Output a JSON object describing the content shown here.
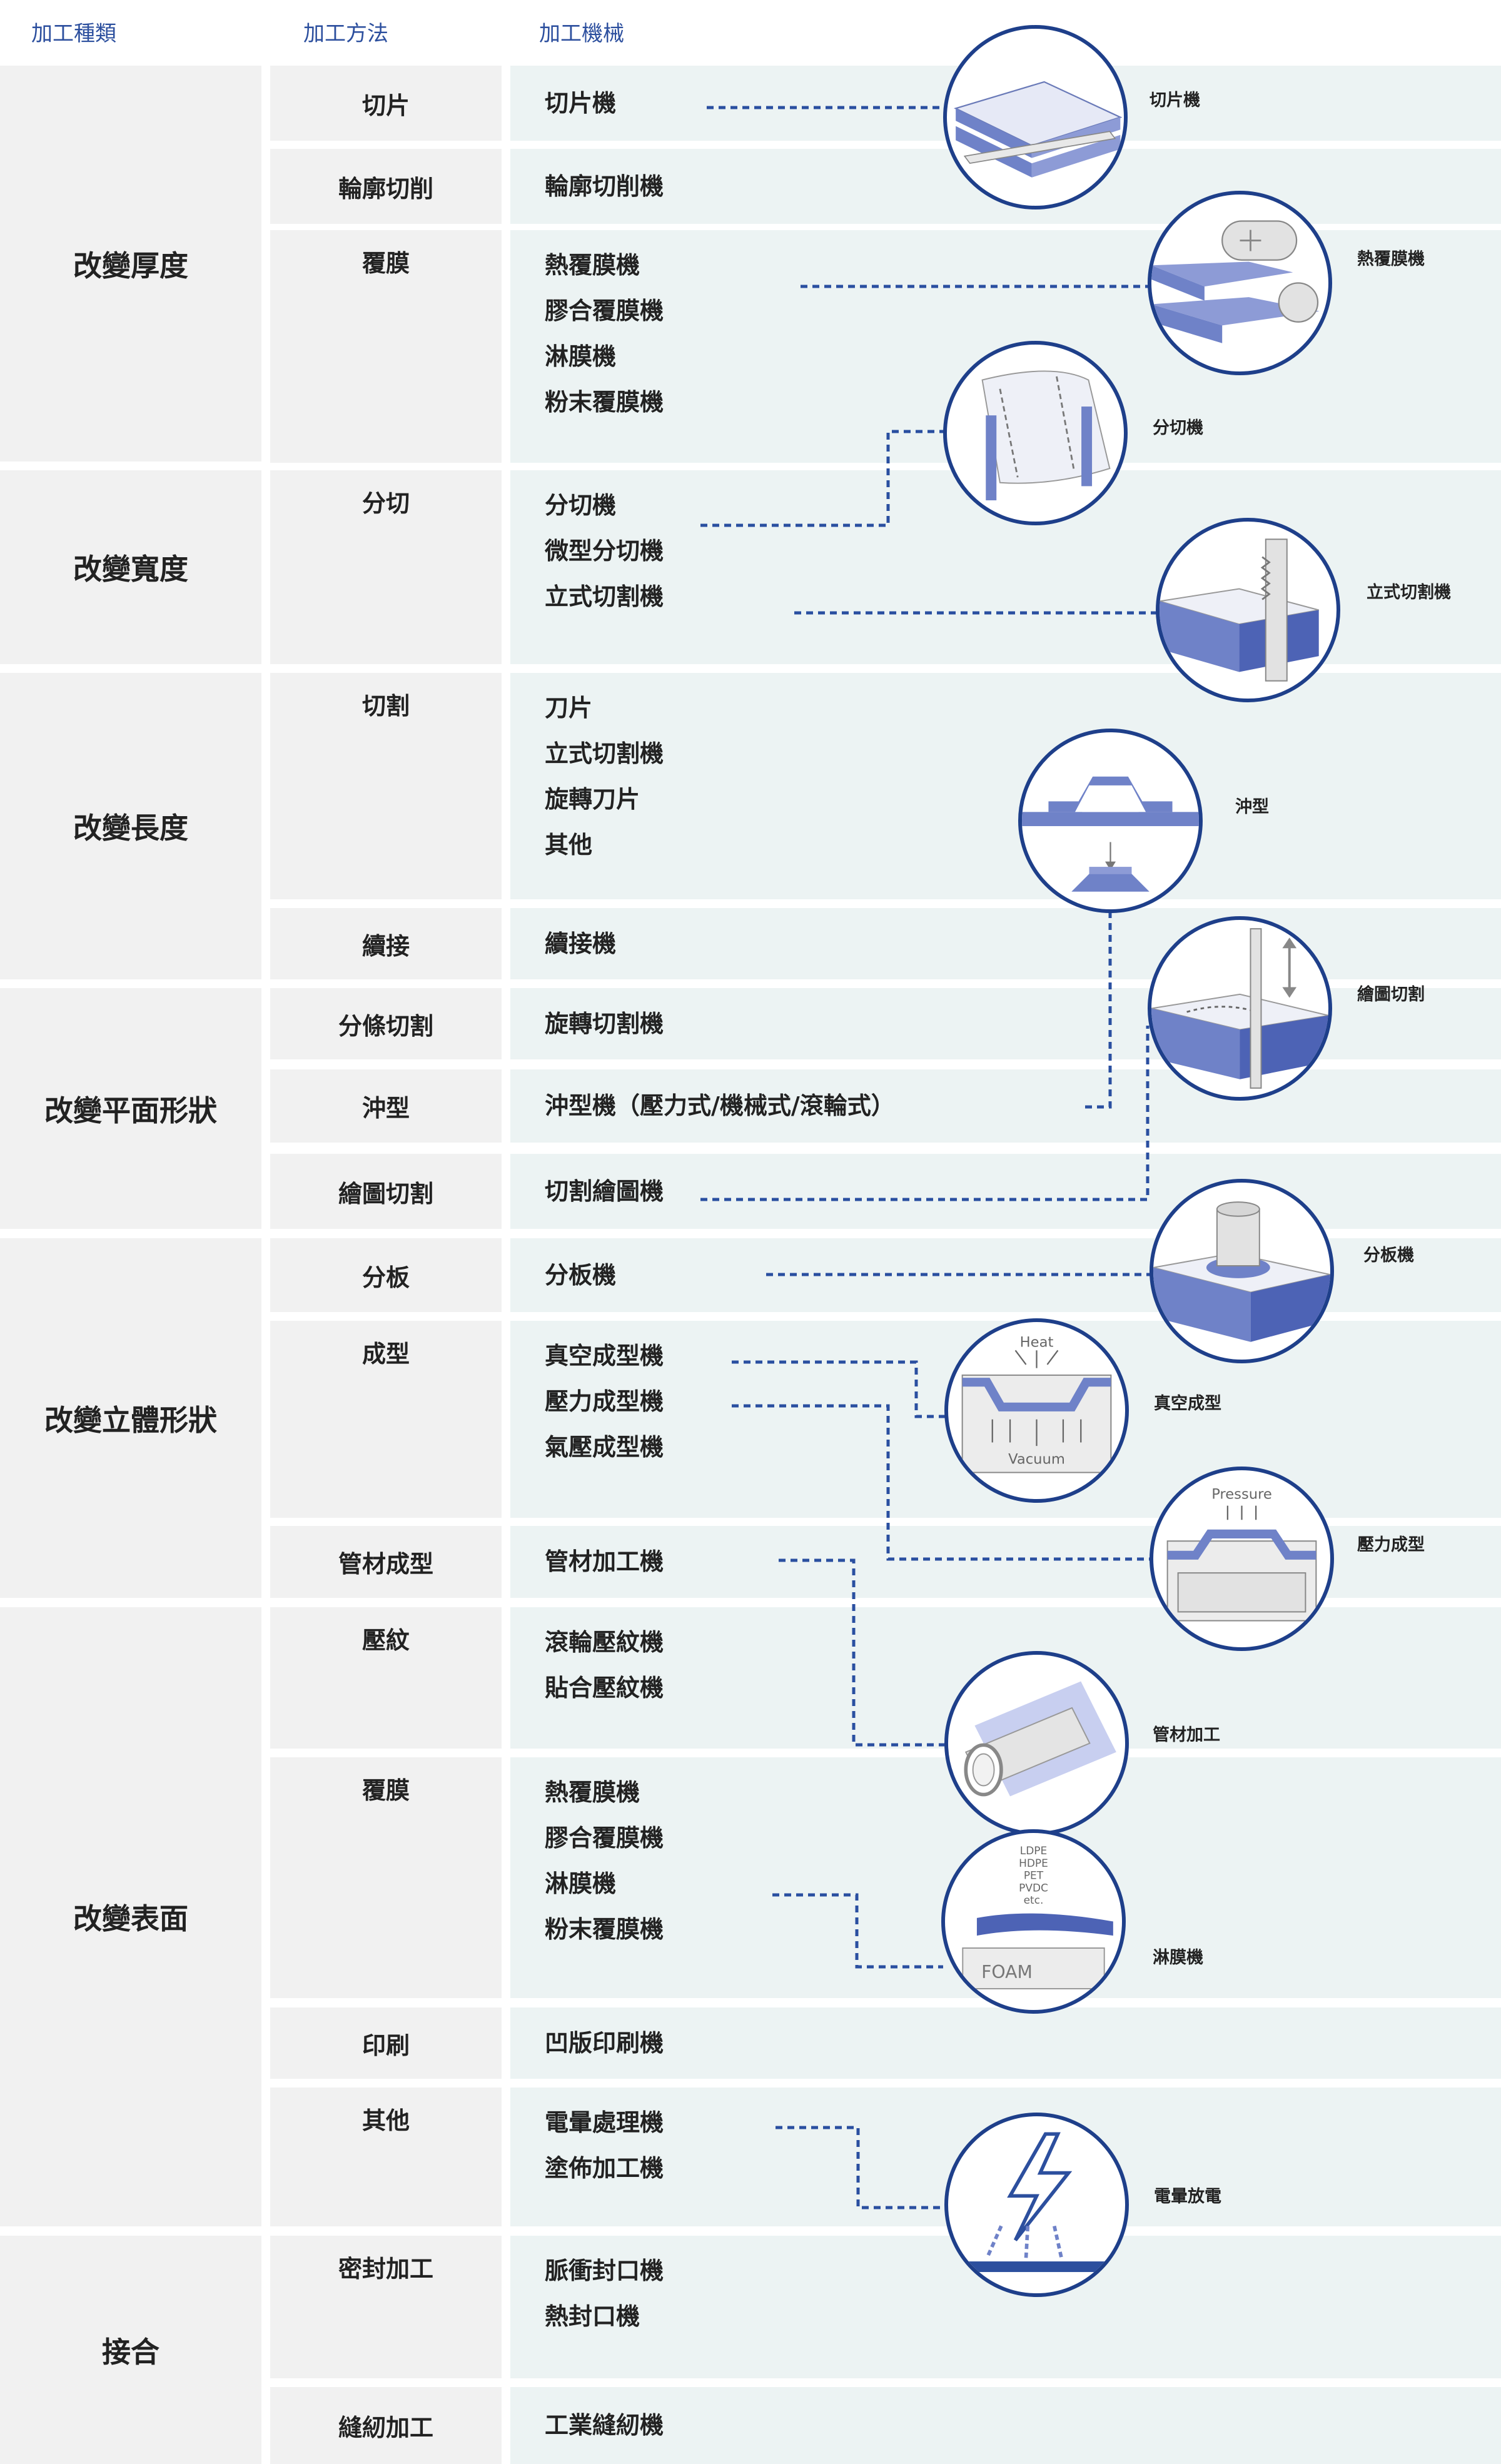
{
  "headers": {
    "category": "加工種類",
    "method": "加工方法",
    "machine": "加工機械"
  },
  "categories": [
    "改變厚度",
    "改變寬度",
    "改變長度",
    "改變平面形狀",
    "改變立體形狀",
    "改變表面",
    "接合"
  ],
  "rows": [
    {
      "method": "切片",
      "machines": [
        "切片機"
      ]
    },
    {
      "method": "輪廓切削",
      "machines": [
        "輪廓切削機"
      ]
    },
    {
      "method": "覆膜",
      "machines": [
        "熱覆膜機",
        "膠合覆膜機",
        "淋膜機",
        "粉末覆膜機"
      ]
    },
    {
      "method": "分切",
      "machines": [
        "分切機",
        "微型分切機",
        "立式切割機"
      ]
    },
    {
      "method": "切割",
      "machines": [
        "刀片",
        "立式切割機",
        "旋轉刀片",
        "其他"
      ]
    },
    {
      "method": "續接",
      "machines": [
        "續接機"
      ]
    },
    {
      "method": "分條切割",
      "machines": [
        "旋轉切割機"
      ]
    },
    {
      "method": "沖型",
      "machines": [
        "沖型機（壓力式/機械式/滾輪式）"
      ]
    },
    {
      "method": "繪圖切割",
      "machines": [
        "切割繪圖機"
      ]
    },
    {
      "method": "分板",
      "machines": [
        "分板機"
      ]
    },
    {
      "method": "成型",
      "machines": [
        "真空成型機",
        "壓力成型機",
        "氣壓成型機"
      ]
    },
    {
      "method": "管材成型",
      "machines": [
        "管材加工機"
      ]
    },
    {
      "method": "壓紋",
      "machines": [
        "滾輪壓紋機",
        "貼合壓紋機"
      ]
    },
    {
      "method": "覆膜",
      "machines": [
        "熱覆膜機",
        "膠合覆膜機",
        "淋膜機",
        "粉末覆膜機"
      ]
    },
    {
      "method": "印刷",
      "machines": [
        "凹版印刷機"
      ]
    },
    {
      "method": "其他",
      "machines": [
        "電暈處理機",
        "塗佈加工機"
      ]
    },
    {
      "method": "密封加工",
      "machines": [
        "脈衝封口機",
        "熱封口機"
      ]
    },
    {
      "method": "縫紉加工",
      "machines": [
        "工業縫紉機"
      ]
    }
  ],
  "illustrations": {
    "slicing": "切片機",
    "thermal_laminator": "熱覆膜機",
    "slitter": "分切機",
    "vertical_cutter": "立式切割機",
    "die_cut": "沖型",
    "plotter_cut": "繪圖切割",
    "board_splitter": "分板機",
    "vacuum_forming": "真空成型",
    "pressure_forming": "壓力成型",
    "tube_processing": "管材加工",
    "extrusion_coating": "淋膜機",
    "corona_discharge": "電暈放電"
  },
  "icon_text": {
    "heat": "Heat",
    "vacuum": "Vacuum",
    "pressure": "Pressure",
    "film_types": [
      "LDPE",
      "HDPE",
      "PET",
      "PVDC",
      "etc."
    ],
    "foam": "FOAM"
  },
  "colors": {
    "accent": "#2c4f9e",
    "connector": "#2a4fa0",
    "material": "#6f82c8",
    "row_gray": "#f1f1f1",
    "row_teal": "#ecf3f3"
  }
}
